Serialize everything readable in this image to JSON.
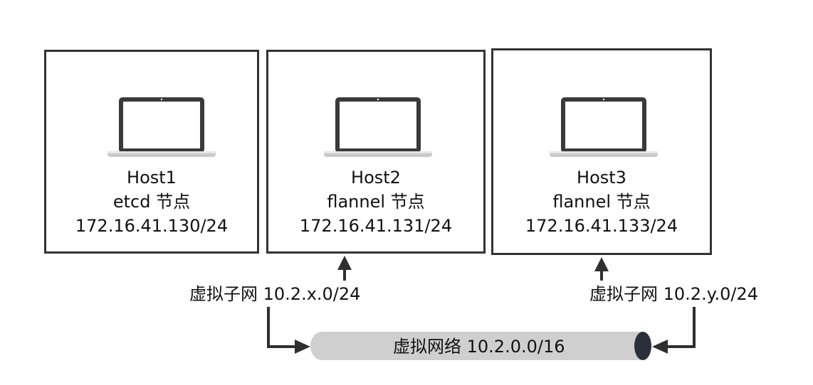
{
  "hosts": [
    {
      "name": "Host1",
      "role": "etcd 节点",
      "ip": "172.16.41.130/24"
    },
    {
      "name": "Host2",
      "role": "flannel 节点",
      "ip": "172.16.41.131/24"
    },
    {
      "name": "Host3",
      "role": "flannel 节点",
      "ip": "172.16.41.133/24"
    }
  ],
  "subnets": {
    "left": "虚拟子网 10.2.x.0/24",
    "right": "虚拟子网 10.2.y.0/24"
  },
  "network": {
    "label": "虚拟网络 10.2.0.0/16"
  },
  "icons": {
    "host": "laptop-icon"
  },
  "colors": {
    "border": "#333333",
    "tube": "#cfcfcf",
    "tube_cap": "#2b2f3a"
  }
}
